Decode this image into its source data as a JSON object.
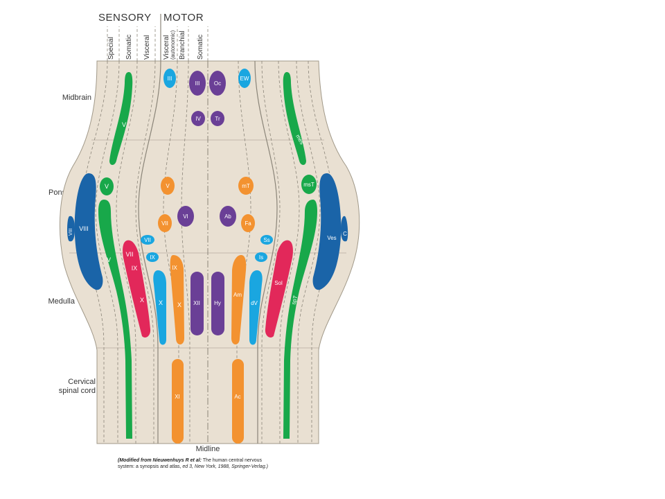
{
  "header": {
    "sensory": "SENSORY",
    "motor": "MOTOR"
  },
  "columns": {
    "special": "Special",
    "somatic_sensory": "Somatic",
    "visceral": "Visceral",
    "visceral_motor_1": "Visceral",
    "visceral_motor_2": "(autonomic)",
    "branchial": "Branchial",
    "somatic_motor": "Somatic"
  },
  "regions": {
    "midbrain": "Midbrain",
    "pons": "Pons",
    "medulla": "Medulla",
    "cervical_1": "Cervical",
    "cervical_2": "spinal cord"
  },
  "midline": "Midline",
  "footer": {
    "line1_bold": "(Modified from Nieuwenhuys R et al:",
    "line1_rest": " The human central nervous",
    "line2_start": "system: a synopsis and atlas, ",
    "line2_end": "ed 3, New York, 1988, Springer-Verlag.)"
  },
  "colors": {
    "background": "#e9e0d2",
    "green": "#18a84a",
    "dark_blue": "#1a64a8",
    "light_blue": "#1aa6e0",
    "red": "#e2285a",
    "orange": "#f39230",
    "purple": "#6a3f96"
  },
  "nuclei": {
    "left_v_tall": "V",
    "left_v_small": "V",
    "left_v_long": "V",
    "left_viii": "VIII",
    "left_viii_edge": "VIII",
    "left_vii_red": "VII",
    "left_ix_red": "IX",
    "left_x_red": "X",
    "left_vii_blue": "VII",
    "left_ix_blue": "IX",
    "left_x_blue": "X",
    "iii_blue": "III",
    "iii_purple": "III",
    "oc": "Oc",
    "ew": "EW",
    "iv": "IV",
    "tr": "Tr",
    "v_orange": "V",
    "mt": "mT",
    "vii_orange": "VII",
    "fa": "Fa",
    "vi": "VI",
    "ab": "Ab",
    "ix_orange": "IX",
    "x_orange": "X",
    "xii": "XII",
    "hy": "Hy",
    "am": "Am",
    "dv": "dV",
    "ss": "Ss",
    "is": "Is",
    "sol": "Sol",
    "xi": "XI",
    "ac": "Ac",
    "mes": "mes",
    "mst": "msT",
    "spt": "spT",
    "ves": "Ves",
    "c": "C"
  }
}
